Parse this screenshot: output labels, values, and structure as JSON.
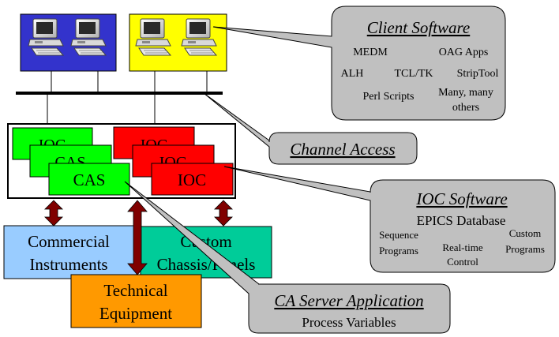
{
  "callouts": {
    "client": {
      "title": "Client Software",
      "items": [
        "MEDM",
        "OAG Apps",
        "ALH",
        "TCL/TK",
        "StripTool",
        "Perl Scripts",
        "Many, many",
        "others"
      ]
    },
    "channel_access": {
      "title": "Channel Access"
    },
    "ioc_software": {
      "title": "IOC Software",
      "subtitle": "EPICS Database",
      "items": [
        "Sequence",
        "Programs",
        "Real-time",
        "Control",
        "Custom",
        "Programs"
      ]
    },
    "ca_server": {
      "title": "CA Server Application",
      "subtitle": "Process Variables"
    }
  },
  "rack": {
    "boxes": [
      "IOC",
      "CAS",
      "CAS",
      "IOC",
      "IOC",
      "IOC"
    ],
    "colors": {
      "cas": "#00ff00",
      "ioc": "#ff0000"
    }
  },
  "hardware": {
    "commercial": [
      "Commercial",
      "Instruments"
    ],
    "custom": [
      "Custom",
      "Chassis/Panels"
    ],
    "technical": [
      "Technical",
      "Equipment"
    ],
    "colors": {
      "commercial": "#99ccff",
      "custom": "#00cc99",
      "technical": "#ff9900"
    }
  },
  "workstations": {
    "left_bg": "#3333cc",
    "right_bg": "#ffff00"
  },
  "colors": {
    "callout": "#c0c0c0",
    "arrow": "#800000"
  },
  "icons": [
    "computer-icon",
    "double-arrow-icon"
  ]
}
